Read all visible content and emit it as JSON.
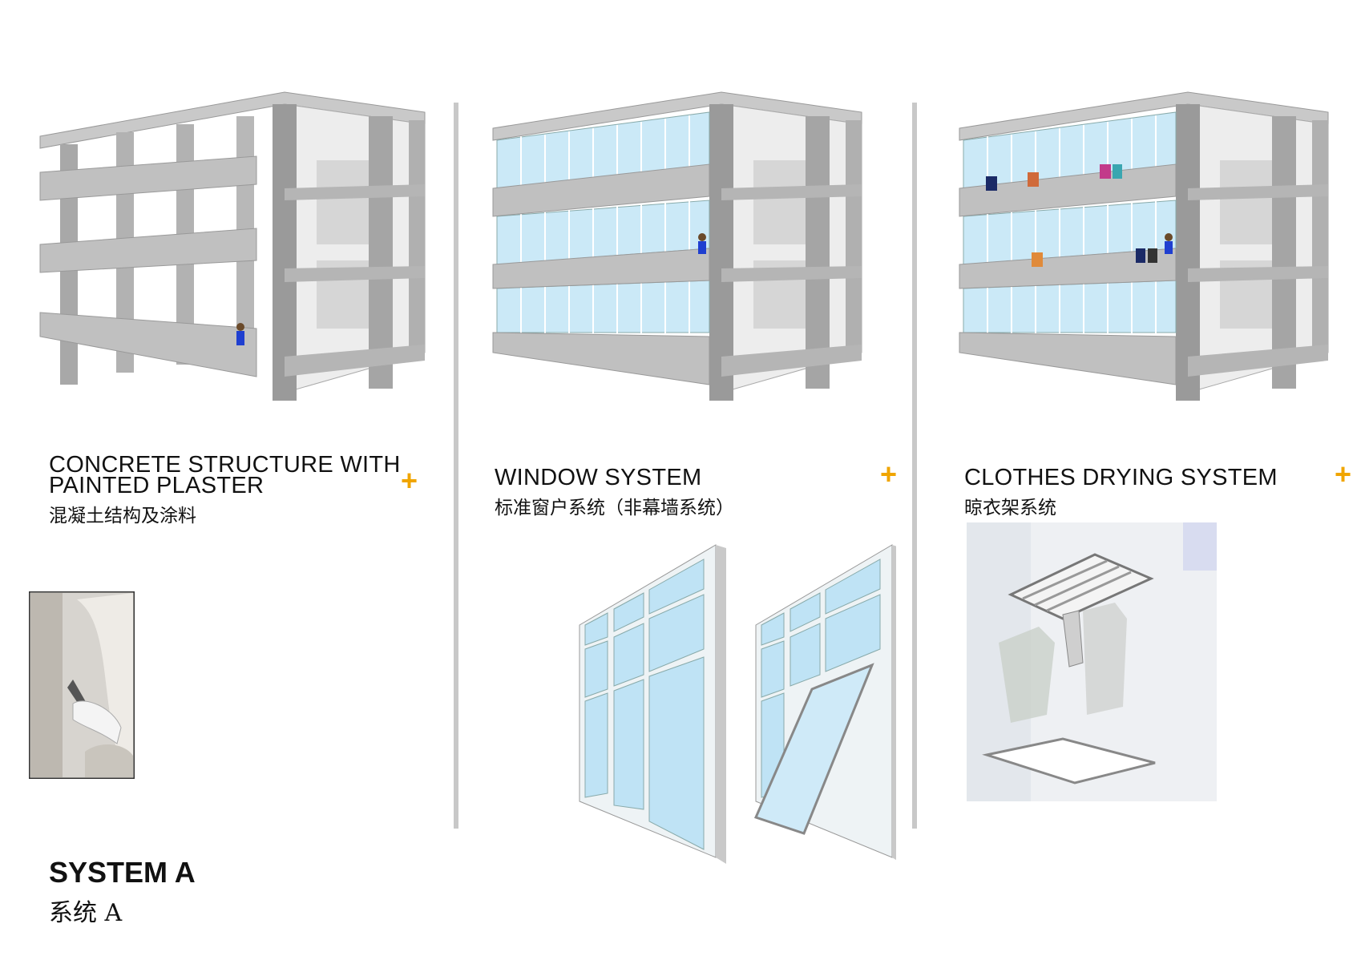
{
  "panels": [
    {
      "title_line1": "CONCRETE STRUCTURE WITH",
      "title_line2": "PAINTED PLASTER",
      "subtitle": "混凝土结构及涂料",
      "plus": "+"
    },
    {
      "title_line1": "WINDOW SYSTEM",
      "subtitle": "标准窗户系统（非幕墙系统）",
      "plus": "+"
    },
    {
      "title_line1": "CLOTHES DRYING SYSTEM",
      "subtitle": "晾衣架系统",
      "plus": "+"
    }
  ],
  "system": {
    "title": "SYSTEM A",
    "subtitle": "系统 A"
  },
  "colors": {
    "accent": "#f0a500",
    "concrete": "#b7b7b7",
    "concrete_dark": "#8e8e8e",
    "glass": "#bfe3f5",
    "divider": "#c8c8c8"
  }
}
